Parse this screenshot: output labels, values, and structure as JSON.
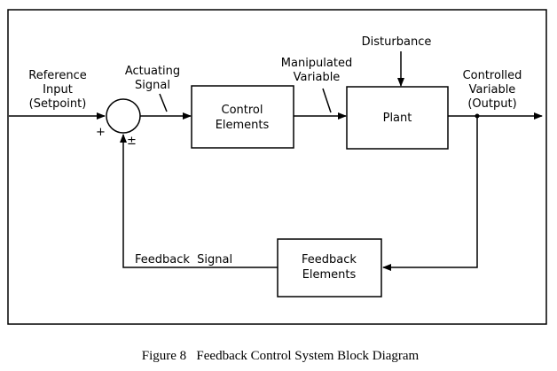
{
  "diagram": {
    "reference_input": [
      "Reference",
      "Input",
      "(Setpoint)"
    ],
    "actuating_signal": [
      "Actuating",
      "Signal"
    ],
    "control_elements": [
      "Control",
      "Elements"
    ],
    "manipulated_variable": [
      "Manipulated",
      "Variable"
    ],
    "disturbance": "Disturbance",
    "plant": "Plant",
    "controlled_variable": [
      "Controlled",
      "Variable",
      "(Output)"
    ],
    "feedback_signal": "Feedback  Signal",
    "feedback_elements": [
      "Feedback",
      "Elements"
    ],
    "plus_sign": "+",
    "plus_minus_sign": "±"
  },
  "caption": "Figure 8   Feedback Control System Block Diagram"
}
